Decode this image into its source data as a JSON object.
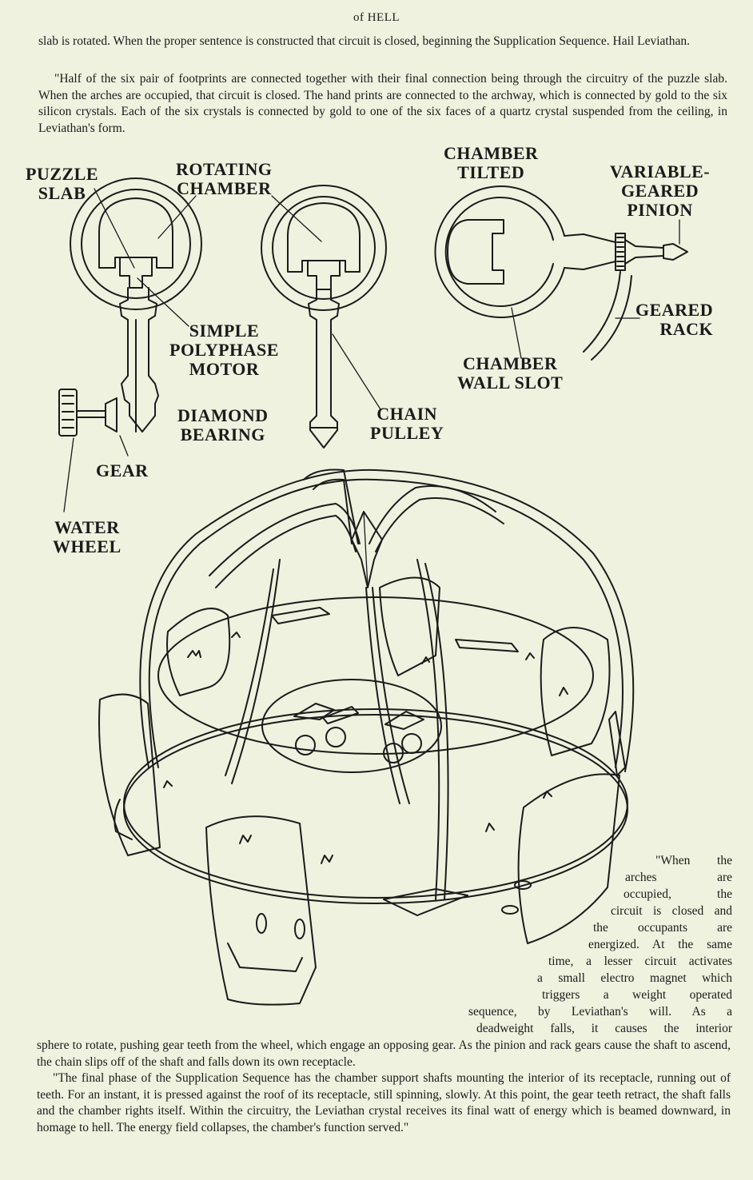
{
  "running_head": "of HELL",
  "paragraphs_top": [
    "slab is rotated. When the proper sentence is constructed that circuit is closed, beginning the Supplication Sequence. Hail Leviathan.",
    "\"Half of the six pair of footprints are connected together with their final connection being through the circuitry of the puzzle slab. When the arches are occupied, that circuit is closed. The hand prints are connected to the archway, which is connected by gold to the six silicon crystals. Each of the six crystals is connected by gold to one of the six faces of a quartz crystal suspended from the ceiling, in Leviathan's form."
  ],
  "labels": {
    "puzzle_slab": "PUZZLE\nSLAB",
    "rotating_chamber": "ROTATING\nCHAMBER",
    "chamber_tilted": "CHAMBER\nTILTED",
    "variable_geared_pinion": "VARIABLE-\nGEARED\nPINION",
    "geared_rack": "GEARED\nRACK",
    "simple_polyphase_motor": "SIMPLE\nPOLYPHASE\nMOTOR",
    "chamber_wall_slot": "CHAMBER\nWALL SLOT",
    "diamond_bearing": "DIAMOND\nBEARING",
    "chain_pulley": "CHAIN\nPULLEY",
    "gear": "GEAR",
    "water_wheel": "WATER\nWHEEL"
  },
  "wrap_lines": [
    "\"When the",
    "arches are",
    "occupied, the",
    "circuit is closed and",
    "the occupants are",
    "energized. At the same",
    "time, a lesser circuit activates",
    "a small electro magnet which",
    "triggers a weight operated",
    "sequence, by Leviathan's will. As a",
    "deadweight falls, it causes the interior"
  ],
  "paragraphs_bottom": [
    "sphere to rotate, pushing gear teeth from the wheel, which engage an opposing gear. As the pinion and rack gears cause the shaft to ascend, the chain slips off of the shaft and falls down its own receptacle.",
    "\"The final phase of the Supplication Sequence has the chamber support shafts mounting the interior of its receptacle, running out of teeth. For an instant, it is pressed against the roof of its receptacle, still spinning, slowly. At this point, the gear teeth retract, the shaft falls and the chamber rights itself. Within the circuitry, the Leviathan crystal receives its final watt of energy which is beamed downward, in homage to hell. The energy field collapses, the chamber's function served.\""
  ]
}
